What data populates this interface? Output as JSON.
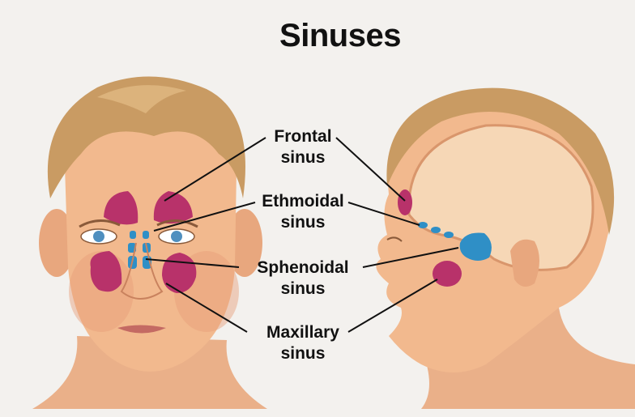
{
  "title": "Sinuses",
  "labels": [
    {
      "id": "frontal",
      "line1": "Frontal",
      "line2": "sinus"
    },
    {
      "id": "ethmoidal",
      "line1": "Ethmoidal",
      "line2": "sinus"
    },
    {
      "id": "sphenoidal",
      "line1": "Sphenoidal",
      "line2": "sinus"
    },
    {
      "id": "maxillary",
      "line1": "Maxillary",
      "line2": "sinus"
    }
  ],
  "colors": {
    "skin": "#f2b98e",
    "skin_shadow": "#d98f66",
    "hair": "#c99b63",
    "sinus_pink": "#b8326a",
    "sinus_blue": "#2f8fc6",
    "section": "#f6d7b6"
  }
}
